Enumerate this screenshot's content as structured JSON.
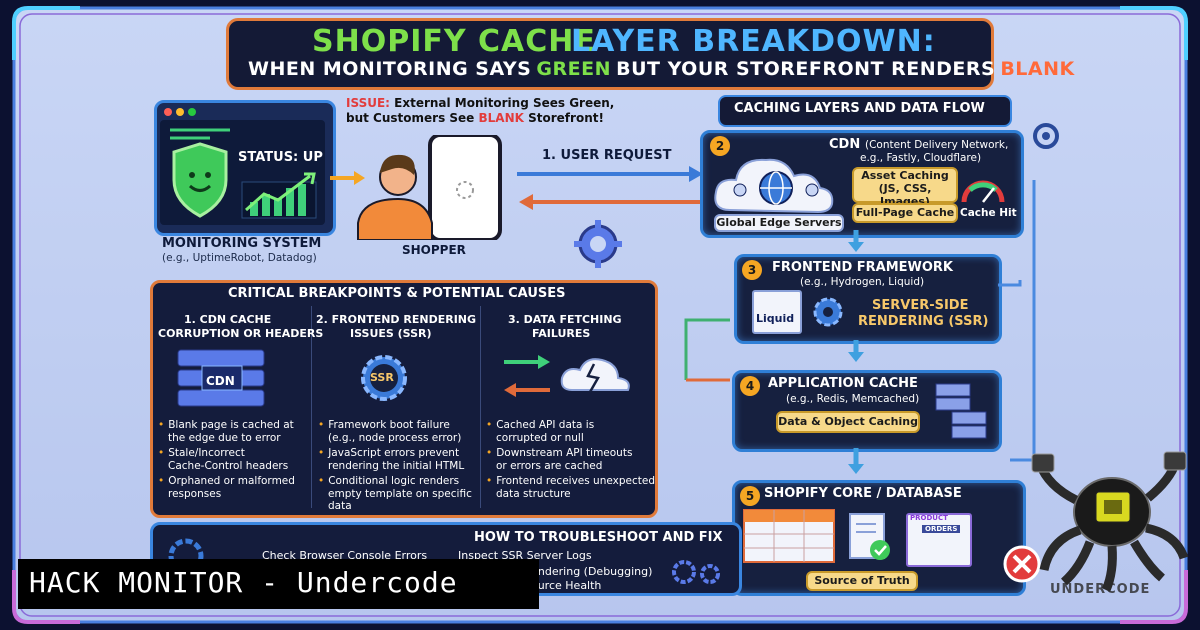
{
  "header": {
    "title_part1": "SHOPIFY CACHE",
    "title_part2": "LAYER BREAKDOWN:",
    "subtitle_a": "WHEN MONITORING SAYS",
    "subtitle_green": "GREEN",
    "subtitle_b": "BUT YOUR STOREFRONT RENDERS",
    "subtitle_blank": "BLANK"
  },
  "issue": {
    "label": "ISSUE:",
    "line1": "External Monitoring Sees Green,",
    "line2a": "but Customers See",
    "line2_blank": "BLANK",
    "line2b": "Storefront!"
  },
  "monitoring": {
    "status": "STATUS: UP",
    "title": "MONITORING SYSTEM",
    "examples": "(e.g., UptimeRobot, Datadog)"
  },
  "shopper": {
    "label": "SHOPPER"
  },
  "flow": {
    "user_request": "1. USER REQUEST"
  },
  "layers": {
    "heading": "CACHING LAYERS AND DATA FLOW",
    "cdn": {
      "num": "2",
      "title": "CDN",
      "desc1": "(Content Delivery Network,",
      "desc2": "e.g., Fastly, Cloudflare)",
      "asset1": "Asset Caching",
      "asset2": "(JS, CSS, Images)",
      "fullpage": "Full-Page Cache",
      "edge": "Global Edge Servers",
      "hit": "Cache Hit"
    },
    "frontend": {
      "num": "3",
      "title": "FRONTEND FRAMEWORK",
      "desc": "(e.g., Hydrogen, Liquid)",
      "liquid": "Liquid",
      "ssr1": "SERVER-SIDE",
      "ssr2": "RENDERING (SSR)"
    },
    "app_cache": {
      "num": "4",
      "title": "APPLICATION CACHE",
      "desc": "(e.g., Redis, Memcached)",
      "pill": "Data & Object Caching"
    },
    "core": {
      "num": "5",
      "title": "SHOPIFY CORE / DATABASE",
      "product": "PRODUCT",
      "orders": "ORDERS",
      "source": "Source of Truth"
    }
  },
  "breakpoints": {
    "heading": "CRITICAL BREAKPOINTS & POTENTIAL CAUSES",
    "col1": {
      "title1": "1. CDN CACHE",
      "title2": "CORRUPTION OR HEADERS",
      "icon": "CDN",
      "b1a": "Blank page is cached at",
      "b1b": "the edge due to error",
      "b2a": "Stale/Incorrect",
      "b2b": "Cache-Control headers",
      "b3a": "Orphaned or malformed",
      "b3b": "responses"
    },
    "col2": {
      "title1": "2. FRONTEND RENDERING",
      "title2": "ISSUES (SSR)",
      "icon": "SSR",
      "b1a": "Framework boot failure",
      "b1b": "(e.g., node process error)",
      "b2a": "JavaScript errors prevent",
      "b2b": "rendering the initial HTML",
      "b3a": "Conditional logic renders",
      "b3b": "empty template on specific",
      "b3c": "data"
    },
    "col3": {
      "title1": "3. DATA FETCHING",
      "title2": "FAILURES",
      "b1a": "Cached API data is",
      "b1b": "corrupted or null",
      "b2a": "Downstream API timeouts",
      "b2b": "or errors are cached",
      "b3a": "Frontend receives unexpected",
      "b3b": "data structure"
    }
  },
  "troubleshoot": {
    "heading": "HOW TO TROUBLESHOOT AND FIX",
    "partial1": "Check Browser Console Errors",
    "partial2": "Inspect SSR Server Logs",
    "partial3": "Rendering (Debugging)",
    "partial4": "Source Health"
  },
  "brand": {
    "text": "HACK MONITOR - Undercode",
    "logo": "UNDERCODE"
  },
  "colors": {
    "accent_blue": "#2f7fd6",
    "title_green": "#7ee04a",
    "title_blue": "#4fb6ff",
    "alert_red": "#e23c3c",
    "panel_dark": "#16203f"
  }
}
